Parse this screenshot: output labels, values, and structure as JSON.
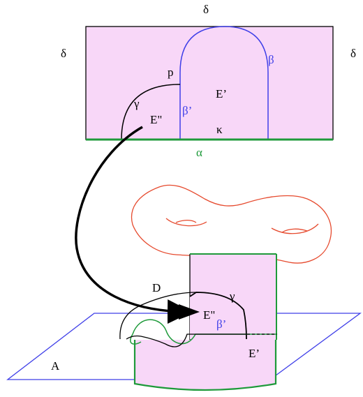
{
  "colors": {
    "fill": "#f8d7f8",
    "black": "#000000",
    "blue": "#3f3fe8",
    "green": "#1e9a3a",
    "red": "#e64a2e"
  },
  "labels": {
    "delta_top": "δ",
    "delta_left": "δ",
    "delta_right": "δ",
    "p": "p",
    "beta": "β",
    "gamma": "γ",
    "e_prime": "E’",
    "e_double": "E\"",
    "beta_prime": "β’",
    "kappa": "κ",
    "alpha": "α",
    "d": "D",
    "gamma_lower": "γ",
    "e_double_lower": "E\"",
    "beta_prime_lower": "β’",
    "e_prime_lower": "E’",
    "a": "A"
  }
}
